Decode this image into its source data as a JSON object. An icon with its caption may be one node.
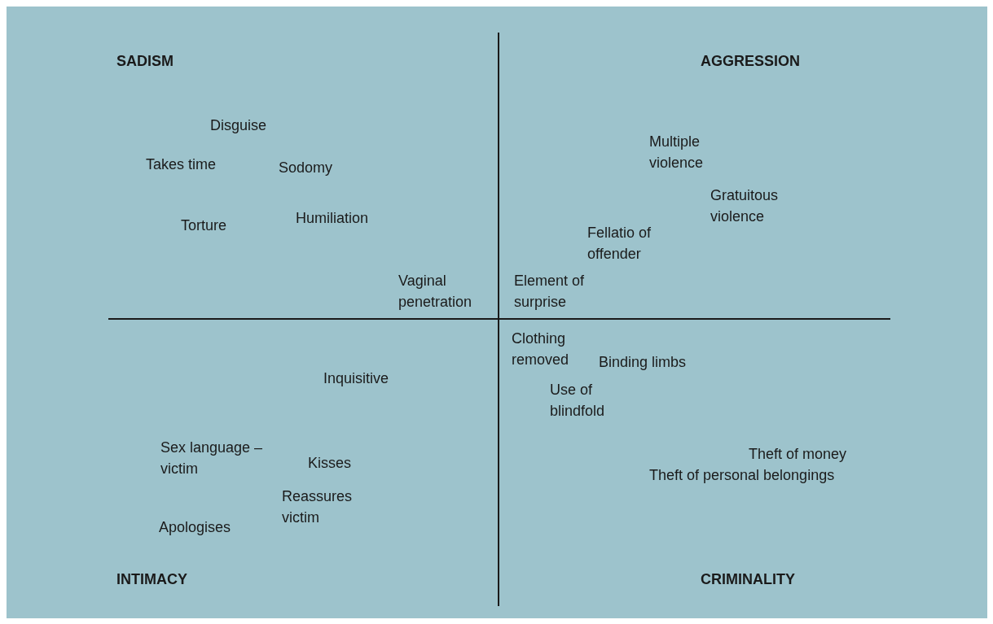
{
  "diagram": {
    "labels": [
      "SADISM",
      "AGGRESSION",
      "Disguise",
      "Takes time",
      "Sodomy",
      "Multiple violence",
      "Gratuitous violence",
      "Torture",
      "Humiliation",
      "Fellatio of offender",
      "Vaginal penetration",
      "Element of surprise",
      "Clothing removed",
      "Binding limbs",
      "Inquisitive",
      "Use of blindfold",
      "Sex language – victim",
      "Kisses",
      "Theft of money",
      "Theft of personal belongings",
      "Reassures victim",
      "Apologises",
      "INTIMACY",
      "CRIMINALITY"
    ]
  }
}
